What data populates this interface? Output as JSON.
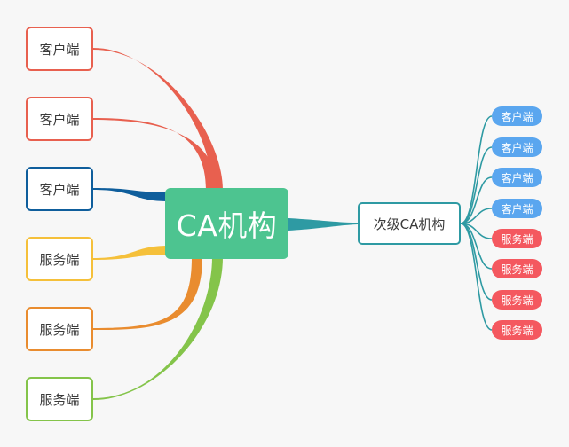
{
  "diagram": {
    "root": {
      "label": "CA机构",
      "color": "#4dc490"
    },
    "left_branches": [
      {
        "label": "客户端",
        "color": "#e8604f"
      },
      {
        "label": "客户端",
        "color": "#e8604f"
      },
      {
        "label": "客户端",
        "color": "#0f5e9c"
      },
      {
        "label": "服务端",
        "color": "#f5c03a"
      },
      {
        "label": "服务端",
        "color": "#e98c2f"
      },
      {
        "label": "服务端",
        "color": "#84c44a"
      }
    ],
    "right_branch": {
      "label": "次级CA机构",
      "color": "#2e9aa3",
      "children": [
        {
          "label": "客户端",
          "color": "#5aa6ef"
        },
        {
          "label": "客户端",
          "color": "#5aa6ef"
        },
        {
          "label": "客户端",
          "color": "#5aa6ef"
        },
        {
          "label": "客户端",
          "color": "#5aa6ef"
        },
        {
          "label": "服务端",
          "color": "#f4585f"
        },
        {
          "label": "服务端",
          "color": "#f4585f"
        },
        {
          "label": "服务端",
          "color": "#f4585f"
        },
        {
          "label": "服务端",
          "color": "#f4585f"
        }
      ]
    }
  }
}
